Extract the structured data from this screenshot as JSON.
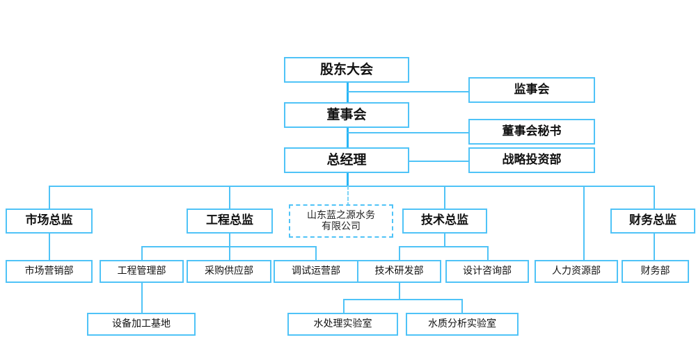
{
  "diagram": {
    "title_company": "山东蓝之源水务有限公司",
    "accent_color": "#4FC3F7",
    "background": "#ffffff",
    "nodes": {
      "shareholders_meeting": "股东大会",
      "board_of_directors": "董事会",
      "general_manager": "总经理",
      "supervisory_board": "监事会",
      "board_secretary": "董事会秘书",
      "strategic_investment_dept": "战略投资部",
      "company_ghost": "山东蓝之源水务\n有限公司",
      "company_ghost_line1": "山东蓝之源水务",
      "company_ghost_line2": "有限公司",
      "market_director": "市场总监",
      "engineering_director": "工程总监",
      "technical_director": "技术总监",
      "finance_director": "财务总监",
      "marketing_dept": "市场营销部",
      "engineering_mgmt_dept": "工程管理部",
      "procurement_supply_dept": "采购供应部",
      "commissioning_ops_dept": "调试运营部",
      "tech_rd_dept": "技术研发部",
      "design_consulting_dept": "设计咨询部",
      "hr_dept": "人力资源部",
      "finance_dept": "财务部",
      "equipment_base": "设备加工基地",
      "water_treatment_lab": "水处理实验室",
      "water_quality_lab": "水质分析实验室"
    }
  }
}
